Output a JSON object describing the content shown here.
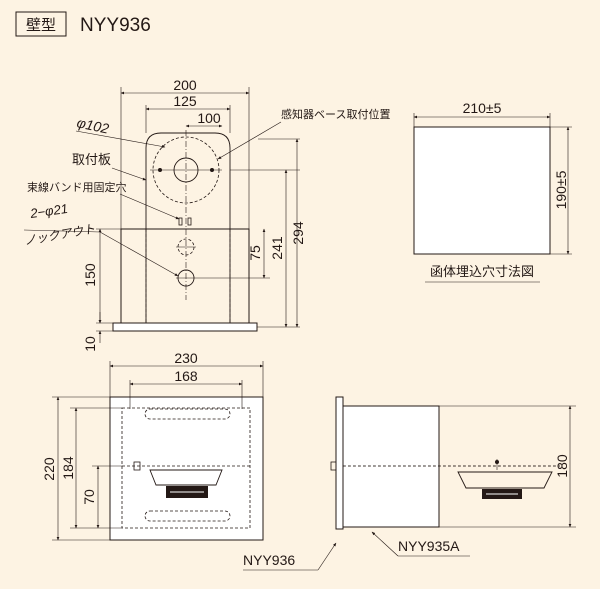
{
  "header": {
    "category": "壁型",
    "model": "NYY936"
  },
  "top_front": {
    "dims": {
      "w200": "200",
      "w125": "125",
      "w100": "100",
      "phi102": "φ102",
      "h294": "294",
      "h241": "241",
      "h75": "75",
      "h150": "150",
      "h10": "10"
    },
    "labels": {
      "sensor_base": "感知器ベース取付位置",
      "mount_plate": "取付板",
      "band_hole": "束線バンド用固定穴",
      "knockout_qty": "2−φ21",
      "knockout": "ノックアウト"
    }
  },
  "cutout": {
    "width": "210±5",
    "height": "190±5",
    "title": "函体埋込穴寸法図"
  },
  "bottom_front": {
    "dims": {
      "w230": "230",
      "w168": "168",
      "h220": "220",
      "h184": "184",
      "h70": "70"
    }
  },
  "bottom_side": {
    "dims": {
      "h180": "180"
    }
  },
  "callouts": {
    "left": "NYY936",
    "right": "NYY935A"
  }
}
